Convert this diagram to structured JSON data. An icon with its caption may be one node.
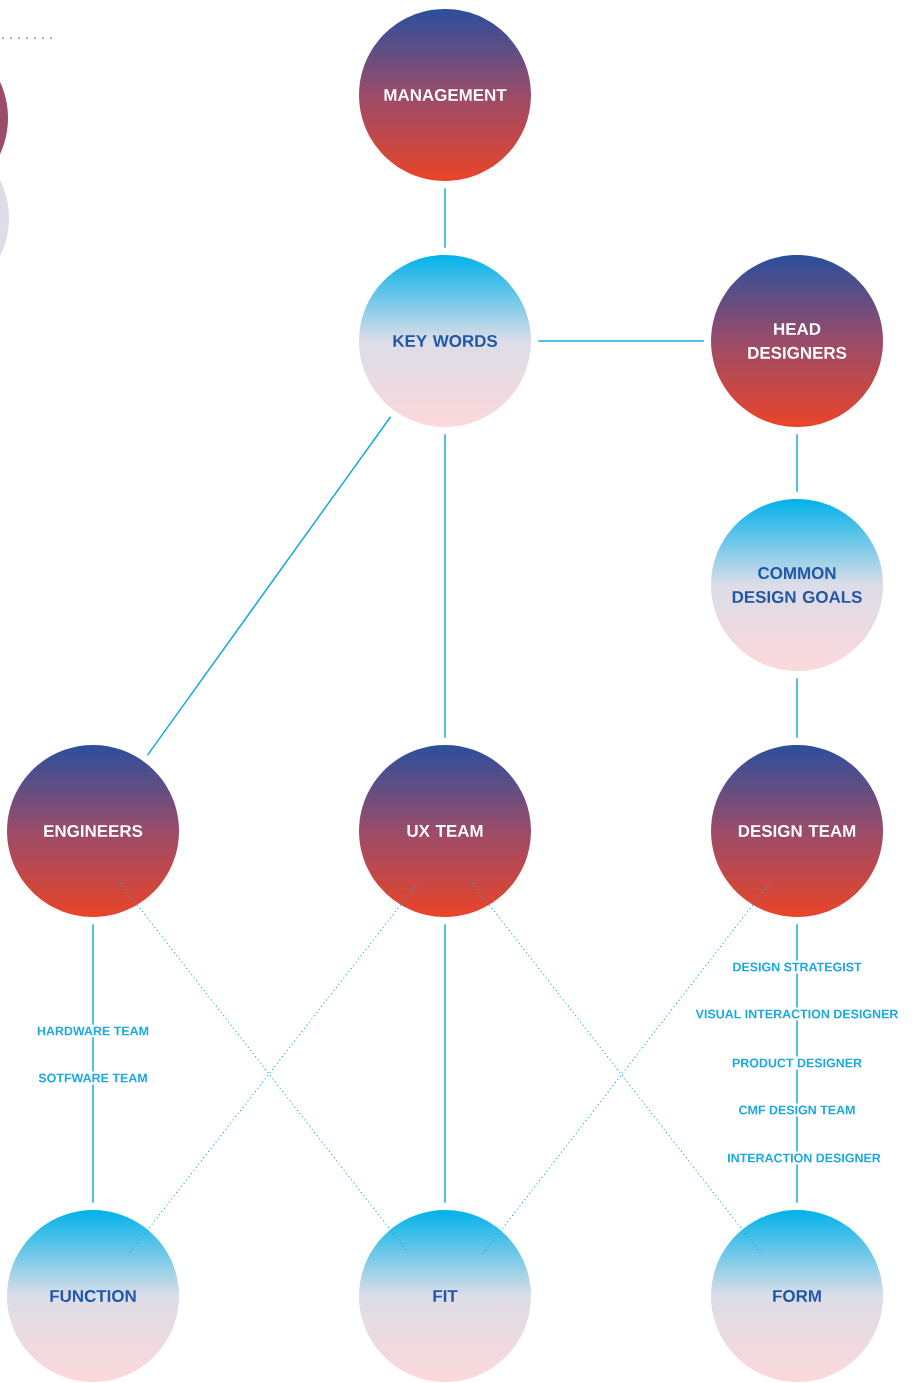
{
  "diagram": {
    "nodes": [
      {
        "text": [
          "MANAGEMENT"
        ]
      },
      {
        "text": [
          "KEY WORDS"
        ]
      },
      {
        "text": [
          "HEAD DESIGNERS"
        ]
      },
      {
        "text": [
          "COMMON DESIGN GOALS"
        ]
      },
      {
        "text": [
          "ENGINEERS"
        ]
      },
      {
        "text": [
          "UX TEAM"
        ]
      },
      {
        "text": [
          "DESIGN TEAM"
        ]
      },
      {
        "text": [
          "FUNCTION"
        ]
      },
      {
        "text": [
          "FIT"
        ]
      },
      {
        "text": [
          "FORM"
        ]
      }
    ],
    "edges": [
      {
        "from": 0,
        "to": 1,
        "arrow": "none"
      },
      {
        "from": 1,
        "to": 2,
        "arrow": "none"
      },
      {
        "from": 1,
        "to": 4,
        "arrow": "none"
      },
      {
        "from": 1,
        "to": 5,
        "arrow": "none"
      },
      {
        "from": 2,
        "to": 3,
        "arrow": "none"
      },
      {
        "from": 3,
        "to": 6,
        "arrow": "none"
      },
      {
        "from": 4,
        "to": 7,
        "arrow": "none"
      },
      {
        "from": 5,
        "to": 8,
        "arrow": "none"
      },
      {
        "from": 6,
        "to": 9,
        "arrow": "none"
      },
      {
        "from": 4,
        "to": 8,
        "arrow": "none",
        "style": "dashed"
      },
      {
        "from": 5,
        "to": 7,
        "arrow": "none",
        "style": "dashed"
      },
      {
        "from": 5,
        "to": 9,
        "arrow": "none",
        "style": "dashed"
      },
      {
        "from": 6,
        "to": 8,
        "arrow": "none",
        "style": "dashed"
      }
    ],
    "labels": [
      "HARDWARE TEAM",
      "SOTFWARE TEAM",
      "DESIGN STRATEGIST",
      "VISUAL INTERACTION DESIGNER",
      "PRODUCT DESIGNER",
      "CMF DESIGN TEAM",
      "INTERACTION DESIGNER"
    ]
  }
}
